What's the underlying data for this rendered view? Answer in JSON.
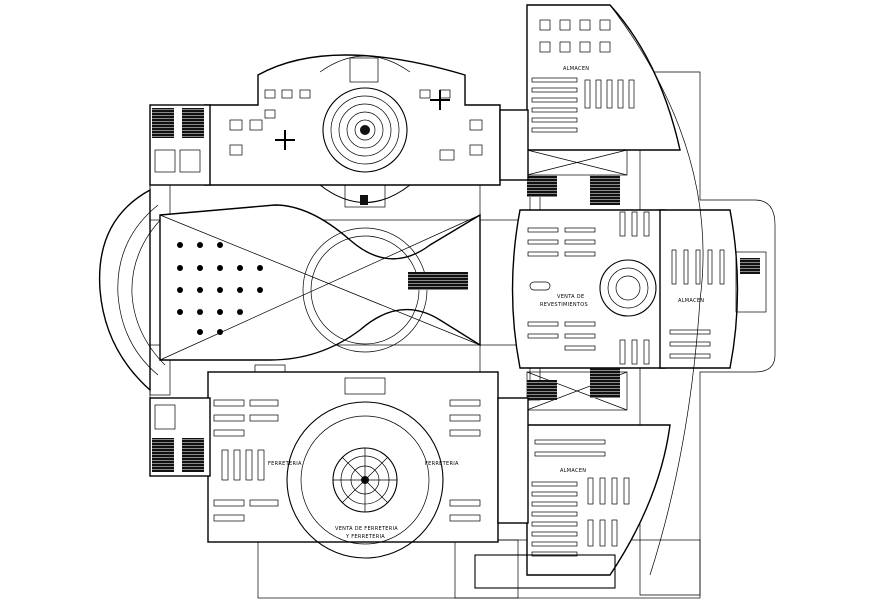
{
  "labels": {
    "almacen_top": "ALMACEN",
    "almacen_right": "ALMACEN",
    "almacen_bottom": "ALMACEN",
    "venta_revestimientos_1": "VENTA DE",
    "venta_revestimientos_2": "REVESTIMIENTOS",
    "ferreteria_left": "FERRETERIA",
    "ferreteria_right": "FERRETERIA",
    "venta_ferreteria_1": "VENTA DE FERRETERIA",
    "venta_ferreteria_2": "Y FERRETERIA"
  },
  "colors": {
    "line": "#000000",
    "background": "#ffffff"
  }
}
